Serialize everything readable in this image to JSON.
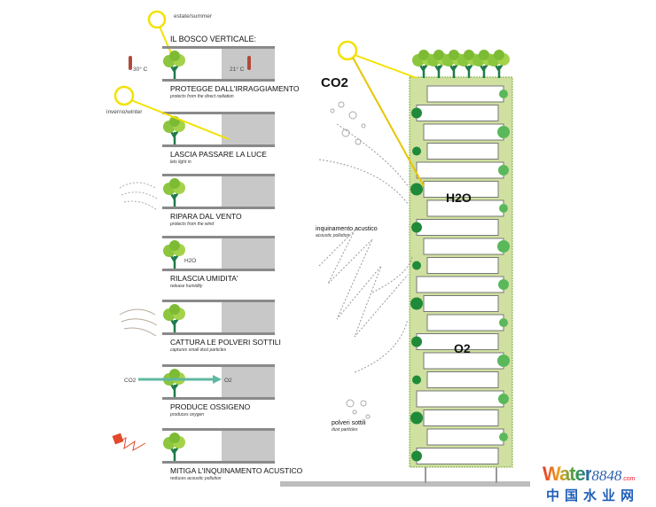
{
  "title": "IL BOSCO VERTICALE:",
  "season_summer": "estate/summer",
  "season_winter": "inverno/winter",
  "temp_outside": "30° C",
  "temp_inside": "21° C",
  "panels": [
    {
      "label": "PROTEGGE DALL'IRRAGGIAMENTO",
      "sub": "protects from the direct radiation"
    },
    {
      "label": "LASCIA PASSARE LA LUCE",
      "sub": "lets light in"
    },
    {
      "label": "RIPARA DAL VENTO",
      "sub": "protects from the wind"
    },
    {
      "label": "RILASCIA UMIDITA'",
      "sub": "release humidity"
    },
    {
      "label": "CATTURA LE POLVERI SOTTILI",
      "sub": "captures small dust particles"
    },
    {
      "label": "PRODUCE OSSIGENO",
      "sub": "produces oxygen"
    },
    {
      "label": "MITIGA L'INQUINAMENTO ACUSTICO",
      "sub": "reduces acoustic pollution"
    }
  ],
  "panel_h2o": "H2O",
  "panel_co2": "CO2",
  "panel_o2": "O2",
  "tower": {
    "co2": "CO2",
    "h2o": "H2O",
    "o2": "O2",
    "noise_label": "inquinamento acustico",
    "noise_sub": "acoustic pollution",
    "dust_label": "polveri sottili",
    "dust_sub": "dust particles"
  },
  "watermark": {
    "brand": "Water",
    "number": "8848",
    "domain": ".com",
    "cn": "中国水业网"
  },
  "colors": {
    "green": "#8cc63f",
    "dark_green": "#1f8a3a",
    "sun": "#f5e000",
    "gray": "#c8c8c8",
    "tower_bg": "#cfe0a0"
  }
}
